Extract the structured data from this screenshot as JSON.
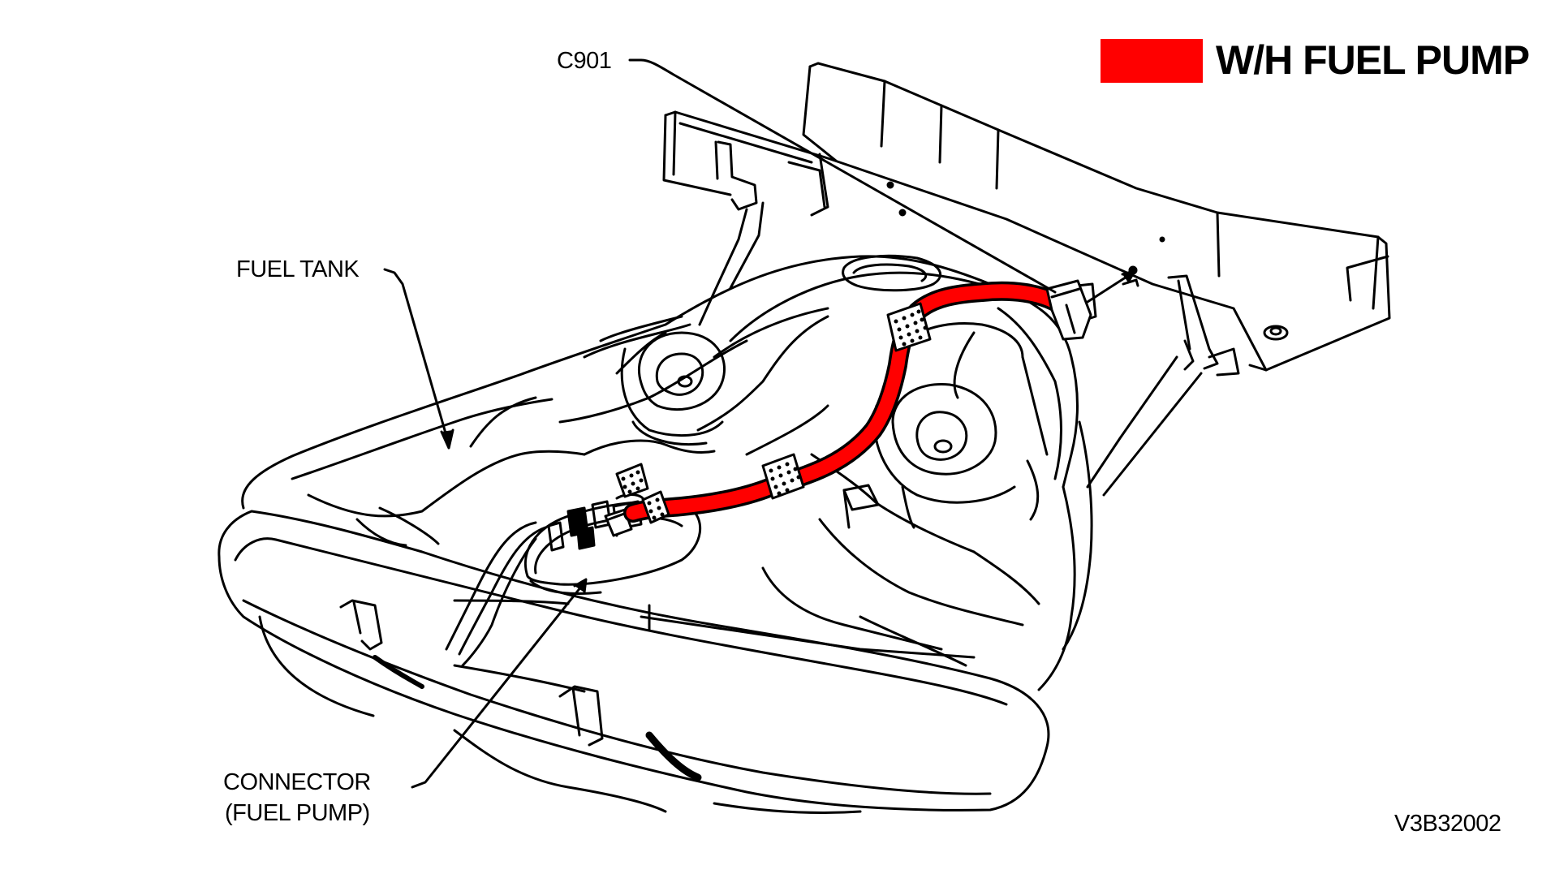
{
  "legend": {
    "label": "W/H FUEL PUMP",
    "color": "#ff0000"
  },
  "labels": {
    "c901": "C901",
    "fuel_tank": "FUEL TANK",
    "connector_line1": "CONNECTOR",
    "connector_line2": "(FUEL PUMP)"
  },
  "figure_id": "V3B32002",
  "colors": {
    "line": "#000000",
    "harness": "#ff0000",
    "background": "#ffffff"
  }
}
